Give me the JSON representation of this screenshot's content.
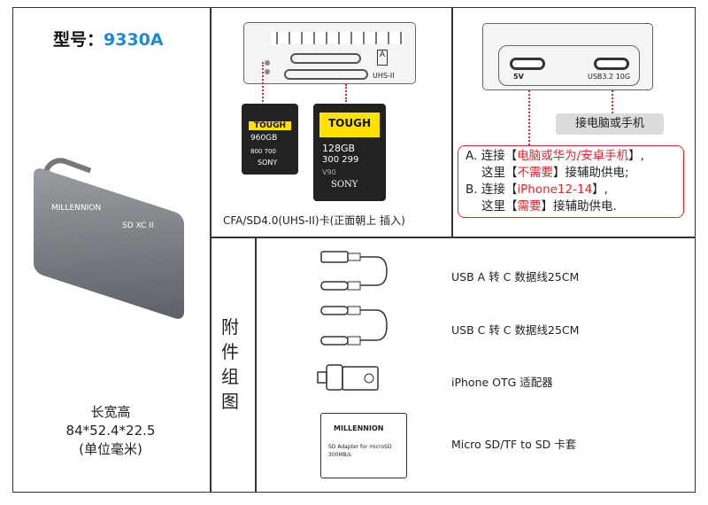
{
  "model": {
    "label": "型号：",
    "value": "9330A"
  },
  "dimensions": {
    "title": "长宽高",
    "value": "84*52.4*22.5",
    "unit": "(单位毫米)"
  },
  "device": {
    "brand": "MILLENNION",
    "marks": "SD XC II"
  },
  "card_panel": {
    "slot_label": "UHS-II",
    "lock_label": "A",
    "cfa_card": {
      "brand_band": "TOUGH",
      "capacity": "960GB",
      "speed": "800 700",
      "maker": "SONY"
    },
    "sd_card": {
      "brand_band": "TOUGH",
      "capacity": "128GB",
      "speed": "300 299",
      "class": "V90",
      "maker": "SONY"
    },
    "caption": "CFA/SD4.0(UHS-II)卡(正面朝上 插入)"
  },
  "port_panel": {
    "port1_label": "5V",
    "port2_label": "USB3.2 10G",
    "connect_label": "接电脑或手机",
    "notes": {
      "a_prefix": "A. 连接【",
      "a_red": "电脑或华为/安卓手机",
      "a_suffix": "】,",
      "a2_prefix": "这里【",
      "a2_red": "不需要",
      "a2_suffix": "】接辅助供电;",
      "b_prefix": "B. 连接【",
      "b_red": "iPhone12-14",
      "b_suffix": "】,",
      "b2_prefix": "这里【",
      "b2_red": "需要",
      "b2_suffix": "】接辅助供电."
    }
  },
  "accessories": {
    "title": "附件组图",
    "items": [
      {
        "label": "USB A 转 C 数据线25CM"
      },
      {
        "label": "USB C 转 C 数据线25CM"
      },
      {
        "label": "iPhone OTG 适配器"
      },
      {
        "label": "Micro SD/TF to SD 卡套",
        "adapter_brand": "MILLENNION",
        "adapter_text": "SD Adapter for microSD",
        "adapter_speed": "300MB/s"
      }
    ]
  }
}
